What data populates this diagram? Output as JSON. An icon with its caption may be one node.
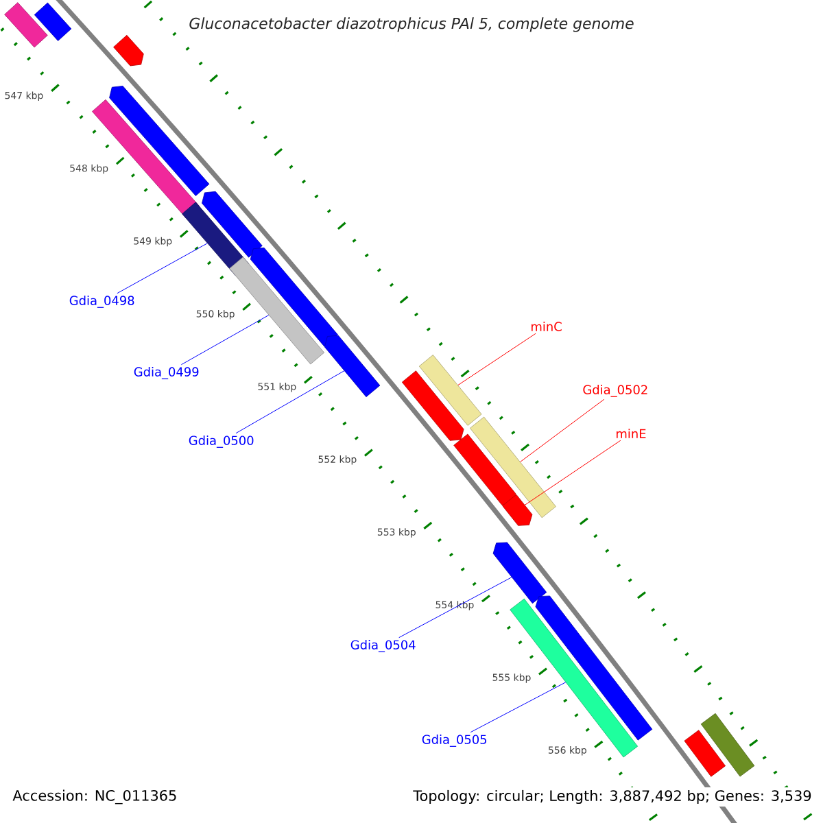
{
  "diagram": {
    "title": "Gluconacetobacter diazotrophicus PAl 5, complete genome",
    "nodes": [
      {
        "text": [
          "Gdia_0498"
        ]
      },
      {
        "text": [
          "Gdia_0499"
        ]
      },
      {
        "text": [
          "Gdia_0500"
        ]
      },
      {
        "text": [
          "minC"
        ]
      },
      {
        "text": [
          "Gdia_0502"
        ]
      },
      {
        "text": [
          "minE"
        ]
      },
      {
        "text": [
          "Gdia_0504"
        ]
      },
      {
        "text": [
          "Gdia_0505"
        ]
      },
      {
        "text": [],
        "shape": "bar"
      },
      {
        "text": [],
        "shape": "bar"
      },
      {
        "text": [],
        "shape": "pentagon"
      },
      {
        "text": [],
        "shape": "pentagon"
      },
      {
        "text": [],
        "shape": "bar"
      },
      {
        "text": [],
        "shape": "bar"
      },
      {
        "text": [],
        "shape": "pentagon"
      },
      {
        "text": [],
        "shape": "bar"
      },
      {
        "text": [],
        "shape": "pentagon"
      },
      {
        "text": [],
        "shape": "pentagon"
      },
      {
        "text": [],
        "shape": "pentagon"
      },
      {
        "text": [],
        "shape": "bar"
      },
      {
        "text": [],
        "shape": "pentagon"
      },
      {
        "text": [],
        "shape": "bar"
      },
      {
        "text": [],
        "shape": "pentagon"
      },
      {
        "text": [],
        "shape": "pentagon"
      },
      {
        "text": [],
        "shape": "bar"
      },
      {
        "text": [],
        "shape": "pentagon"
      },
      {
        "text": [],
        "shape": "bar"
      },
      {
        "text": [],
        "shape": "bar"
      }
    ],
    "edges": [
      {
        "from": 0,
        "to": 13,
        "arrow": "none"
      },
      {
        "from": 1,
        "to": 15,
        "arrow": "none"
      },
      {
        "from": 2,
        "to": 17,
        "arrow": "none"
      },
      {
        "from": 3,
        "to": 19,
        "arrow": "none",
        "color": "#ff0000"
      },
      {
        "from": 4,
        "to": 21,
        "arrow": "none",
        "color": "#ff0000"
      },
      {
        "from": 5,
        "to": 22,
        "arrow": "none",
        "color": "#ff0000"
      },
      {
        "from": 6,
        "to": 23,
        "arrow": "none"
      },
      {
        "from": 7,
        "to": 24,
        "arrow": "none"
      }
    ],
    "labels": [
      "547 kbp",
      "548 kbp",
      "549 kbp",
      "550 kbp",
      "551 kbp",
      "552 kbp",
      "553 kbp",
      "554 kbp",
      "555 kbp",
      "556 kbp",
      "Accession: NC_011365",
      "Topology: circular; Length: 3,887,492 bp; Genes: 3,539"
    ]
  }
}
